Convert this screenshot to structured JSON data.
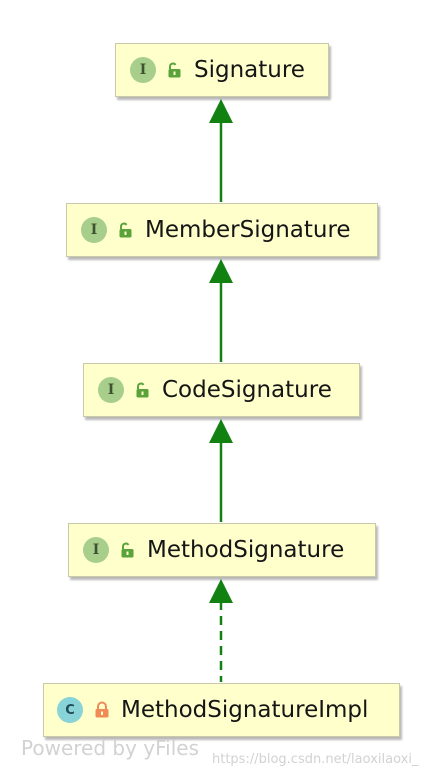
{
  "nodes": [
    {
      "id": "signature",
      "kind": "interface",
      "badge": "I",
      "access": "public",
      "label": "Signature"
    },
    {
      "id": "member-signature",
      "kind": "interface",
      "badge": "I",
      "access": "public",
      "label": "MemberSignature"
    },
    {
      "id": "code-signature",
      "kind": "interface",
      "badge": "I",
      "access": "public",
      "label": "CodeSignature"
    },
    {
      "id": "method-signature",
      "kind": "interface",
      "badge": "I",
      "access": "public",
      "label": "MethodSignature"
    },
    {
      "id": "method-signature-impl",
      "kind": "class",
      "badge": "C",
      "access": "private",
      "label": "MethodSignatureImpl"
    }
  ],
  "edges": [
    {
      "from": "member-signature",
      "to": "signature",
      "type": "extends",
      "style": "solid"
    },
    {
      "from": "code-signature",
      "to": "member-signature",
      "type": "extends",
      "style": "solid"
    },
    {
      "from": "method-signature",
      "to": "code-signature",
      "type": "extends",
      "style": "solid"
    },
    {
      "from": "method-signature-impl",
      "to": "method-signature",
      "type": "implements",
      "style": "dashed"
    }
  ],
  "colors": {
    "arrow": "#118211",
    "node_fill": "#ffffcc",
    "interface_badge": "#a7cf8b",
    "class_badge": "#88d3d8",
    "public_lock": "#5aa33a",
    "private_lock": "#f08a57"
  },
  "watermark": {
    "left": "Powered by yFiles",
    "right": "https://blog.csdn.net/laoxilaoxi_"
  }
}
